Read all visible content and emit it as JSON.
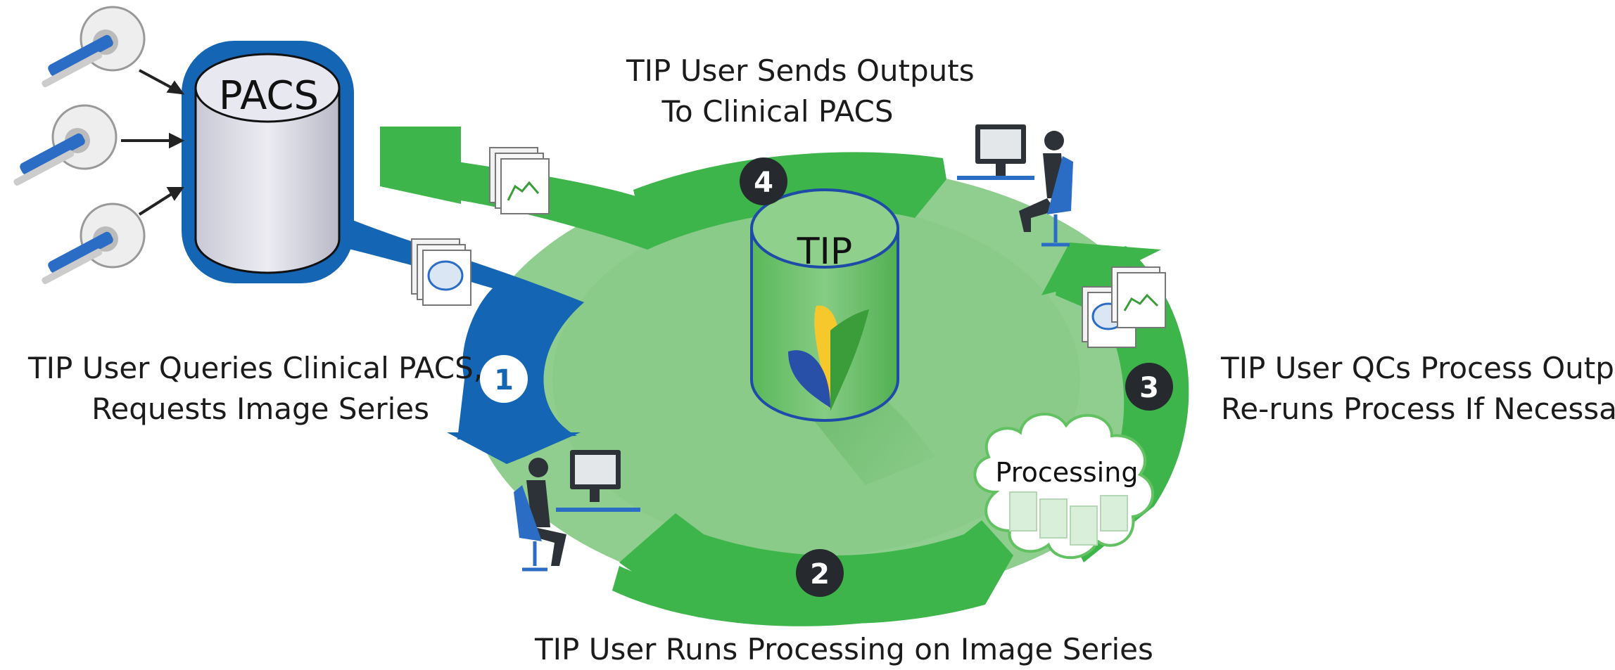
{
  "nodes": {
    "pacs": "PACS",
    "tip": "TIP",
    "processing": "Processing"
  },
  "steps": [
    "1",
    "2",
    "3",
    "4"
  ],
  "labels": {
    "step1_line1": "TIP User Queries Clinical PACS,",
    "step1_line2": "Requests Image Series",
    "step2": "TIP User Runs Processing on Image Series",
    "step3_line1": "TIP User QCs Process Outputs,",
    "step3_line2": "Re-runs Process If Necessary",
    "step4_line1": "TIP User Sends Outputs",
    "step4_line2": "To Clinical PACS"
  },
  "icons": [
    "mri-scanner-icon",
    "user-at-computer-icon",
    "brain-image-icon",
    "graph-document-icon",
    "server-cloud-icon",
    "tip-logo-icon"
  ],
  "colors": {
    "pacs_blue": "#1565b5",
    "cycle_green": "#3db54a",
    "light_green": "#8fce8f",
    "dark_badge": "#262a2f",
    "cylinder_gray": "#dcdce6"
  }
}
